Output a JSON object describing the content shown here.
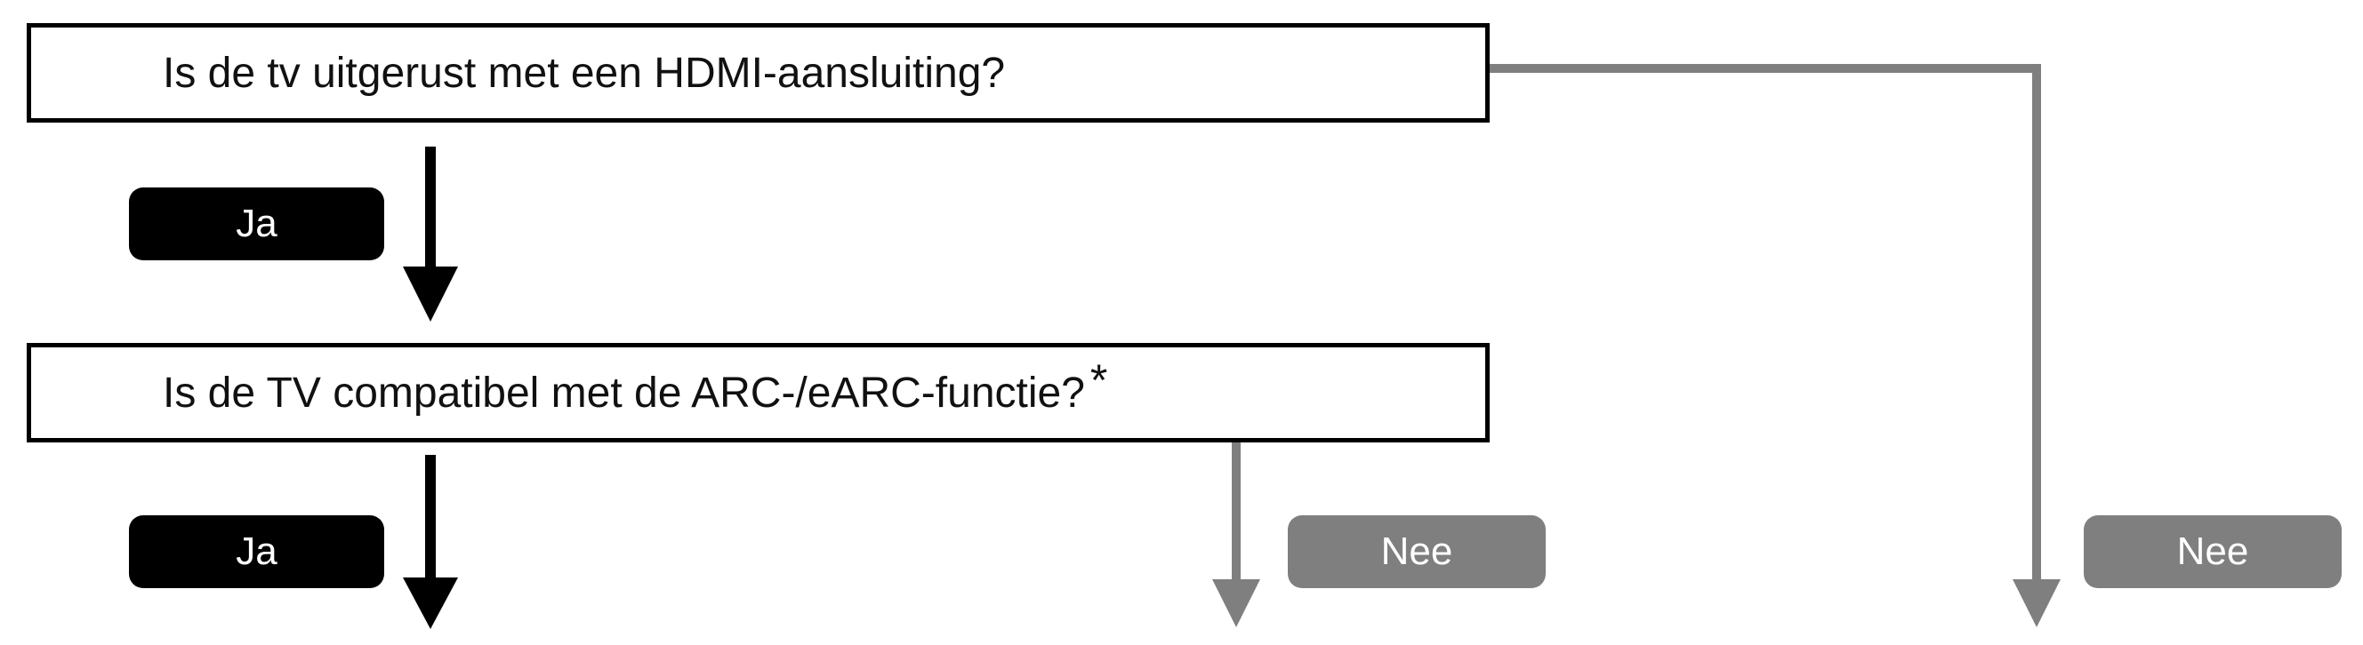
{
  "questions": {
    "hdmi": "Is de tv uitgerust met een HDMI-aansluiting?",
    "arc": "Is de TV compatibel met de ARC-/eARC-functie?",
    "arc_footnote_mark": "*"
  },
  "answers": {
    "yes_hdmi": "Ja",
    "yes_arc": "Ja",
    "no_arc": "Nee",
    "no_hdmi": "Nee"
  },
  "colors": {
    "yes_path": "#000000",
    "no_path": "#7f7f7f",
    "box_border": "#000000"
  }
}
